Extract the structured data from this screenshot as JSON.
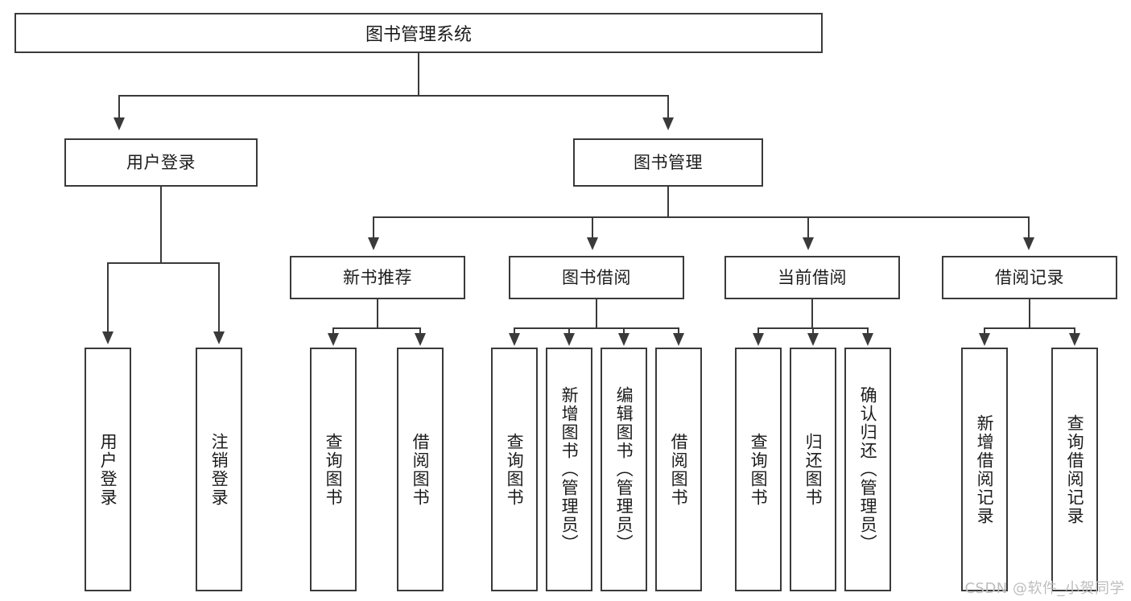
{
  "diagram": {
    "title": "图书管理系统",
    "type": "tree-hierarchy-chart",
    "colors": {
      "background": "#ffffff",
      "stroke": "#3a3a3a",
      "fill": "#ffffff",
      "text": "#1c1c1c",
      "watermark": "#bdbdbd"
    }
  },
  "root": {
    "label": "图书管理系统"
  },
  "level1": [
    {
      "label": "用户登录"
    },
    {
      "label": "图书管理"
    }
  ],
  "level2": [
    {
      "label": "新书推荐"
    },
    {
      "label": "图书借阅"
    },
    {
      "label": "当前借阅"
    },
    {
      "label": "借阅记录"
    }
  ],
  "leaves": {
    "user_login": [
      {
        "label": "用户登录"
      },
      {
        "label": "注销登录"
      }
    ],
    "new_book_recommend": [
      {
        "label": "查询图书"
      },
      {
        "label": "借阅图书"
      }
    ],
    "book_borrow": [
      {
        "label": "查询图书"
      },
      {
        "label": "新增图书（管理员）"
      },
      {
        "label": "编辑图书（管理员）"
      },
      {
        "label": "借阅图书"
      }
    ],
    "current_borrow": [
      {
        "label": "查询图书"
      },
      {
        "label": "归还图书"
      },
      {
        "label": "确认归还（管理员）"
      }
    ],
    "borrow_record": [
      {
        "label": "新增借阅记录"
      },
      {
        "label": "查询借阅记录"
      }
    ]
  },
  "watermark": {
    "text": "CSDN @软件_小贺同学"
  }
}
